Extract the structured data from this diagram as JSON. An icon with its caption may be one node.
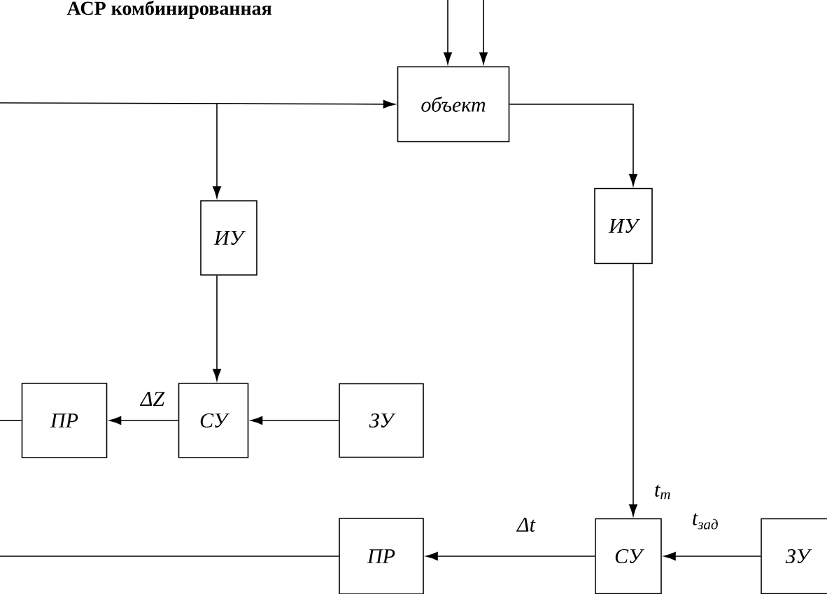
{
  "diagram": {
    "title": "АСР комбинированная",
    "nodes": [
      {
        "text": [
          "объект"
        ]
      },
      {
        "text": [
          "ИУ"
        ]
      },
      {
        "text": [
          "ИУ"
        ]
      },
      {
        "text": [
          "ПР"
        ]
      },
      {
        "text": [
          "СУ"
        ]
      },
      {
        "text": [
          "ЗУ"
        ]
      },
      {
        "text": [
          "СУ"
        ]
      },
      {
        "text": [
          "ЗУ"
        ]
      },
      {
        "text": [
          "ПР"
        ]
      }
    ],
    "edges": [
      {
        "from": null,
        "to": 0,
        "arrow": "to"
      },
      {
        "from": null,
        "to": 1,
        "arrow": "to"
      },
      {
        "from": null,
        "to": 0,
        "arrow": "to"
      },
      {
        "from": null,
        "to": 0,
        "arrow": "to"
      },
      {
        "from": 0,
        "to": 2,
        "arrow": "to"
      },
      {
        "from": 1,
        "to": 4,
        "arrow": "to"
      },
      {
        "from": 5,
        "to": 4,
        "arrow": "to"
      },
      {
        "from": 4,
        "to": 3,
        "arrow": "to",
        "label": "ΔZ"
      },
      {
        "from": 3,
        "to": null,
        "arrow": "none"
      },
      {
        "from": 2,
        "to": 6,
        "arrow": "to",
        "label": "t$_{m}$"
      },
      {
        "from": 7,
        "to": 6,
        "arrow": "to",
        "label": "t$_{зад}$"
      },
      {
        "from": 6,
        "to": 8,
        "arrow": "to",
        "label": "Δt"
      },
      {
        "from": 8,
        "to": null,
        "arrow": "none"
      }
    ]
  }
}
